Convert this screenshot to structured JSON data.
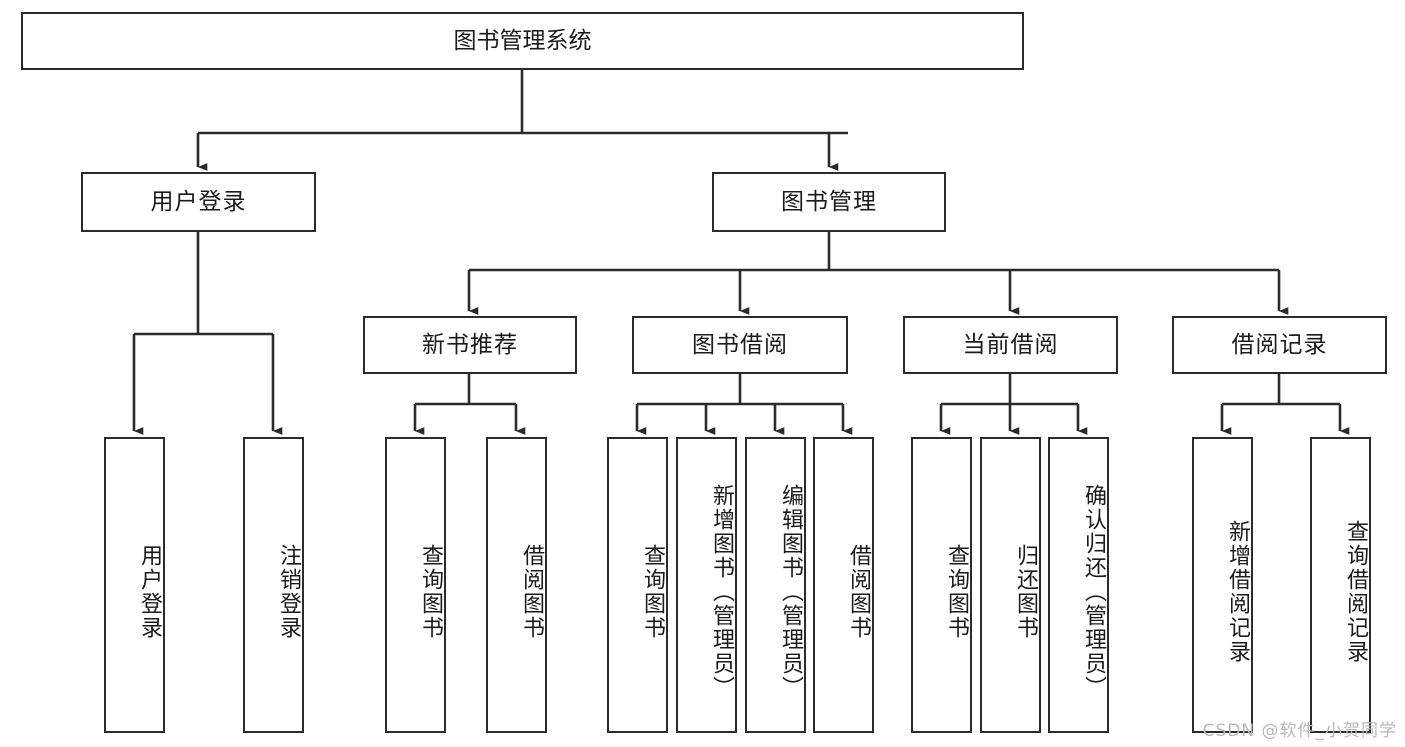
{
  "diagram": {
    "title": "图书管理系统",
    "type": "tree-hierarchy",
    "root": {
      "label": "图书管理系统"
    },
    "level2": [
      {
        "label": "用户登录"
      },
      {
        "label": "图书管理"
      }
    ],
    "level3": [
      {
        "label": "新书推荐"
      },
      {
        "label": "图书借阅"
      },
      {
        "label": "当前借阅"
      },
      {
        "label": "借阅记录"
      }
    ],
    "leaves": {
      "user_login": [
        {
          "label": "用户登录"
        },
        {
          "label": "注销登录"
        }
      ],
      "new_book_recommend": [
        {
          "label": "查询图书"
        },
        {
          "label": "借阅图书"
        }
      ],
      "book_borrow": [
        {
          "label": "查询图书"
        },
        {
          "label": "新增图书（管理员）"
        },
        {
          "label": "编辑图书（管理员）"
        },
        {
          "label": "借阅图书"
        }
      ],
      "current_borrow": [
        {
          "label": "查询图书"
        },
        {
          "label": "归还图书"
        },
        {
          "label": "确认归还（管理员）"
        }
      ],
      "borrow_records": [
        {
          "label": "新增借阅记录"
        },
        {
          "label": "查询借阅记录"
        }
      ]
    }
  },
  "watermark": {
    "text": "CSDN @软件_小贺同学"
  },
  "colors": {
    "stroke": "#2b2b2b",
    "background": "#ffffff",
    "text": "#1b1b1b",
    "watermark": "#b9b9b9"
  }
}
